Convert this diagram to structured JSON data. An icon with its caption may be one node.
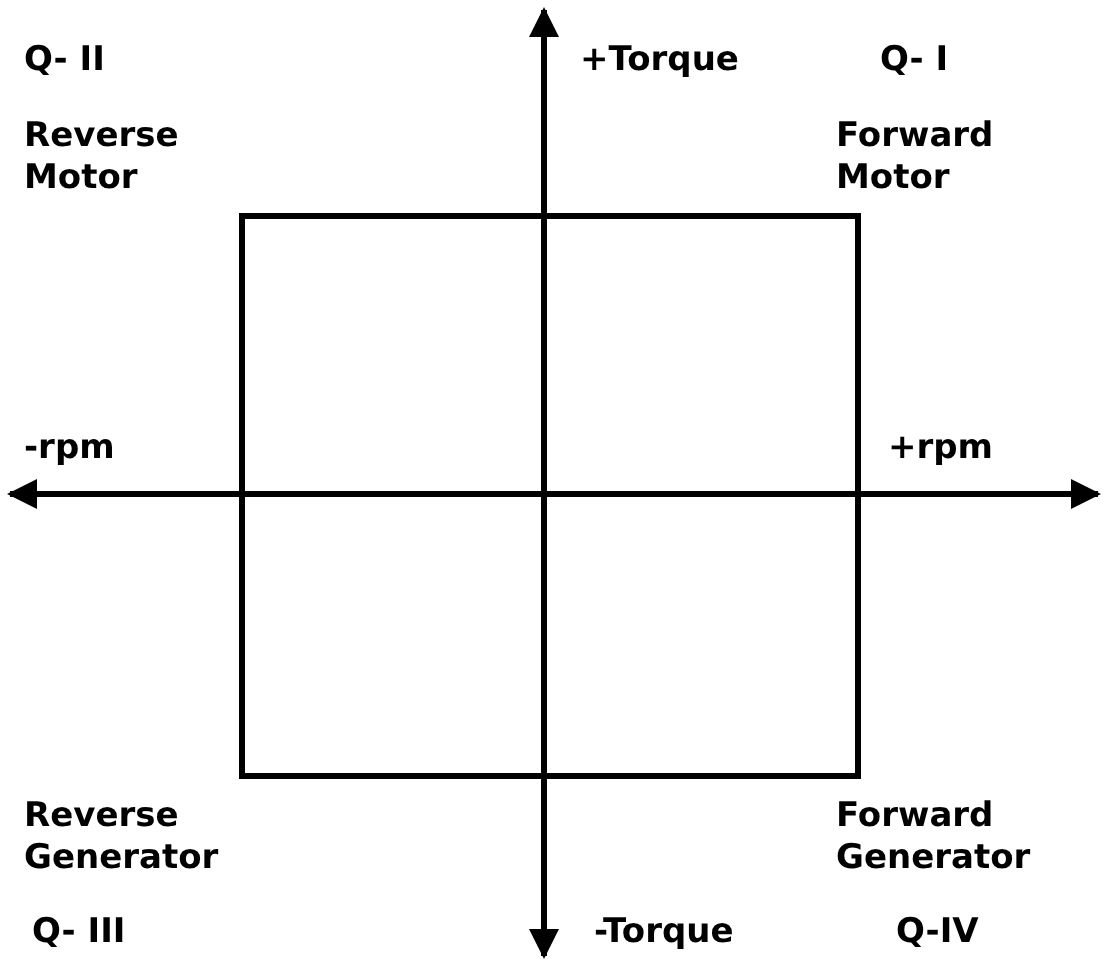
{
  "diagram": {
    "labels": [
      "Q- II",
      "+Torque",
      "Q- I",
      "Reverse Motor",
      "Forward Motor",
      "-rpm",
      "+rpm",
      "Reverse Generator",
      "Forward Generator",
      "Q- III",
      "-Torque",
      "Q-IV"
    ]
  }
}
